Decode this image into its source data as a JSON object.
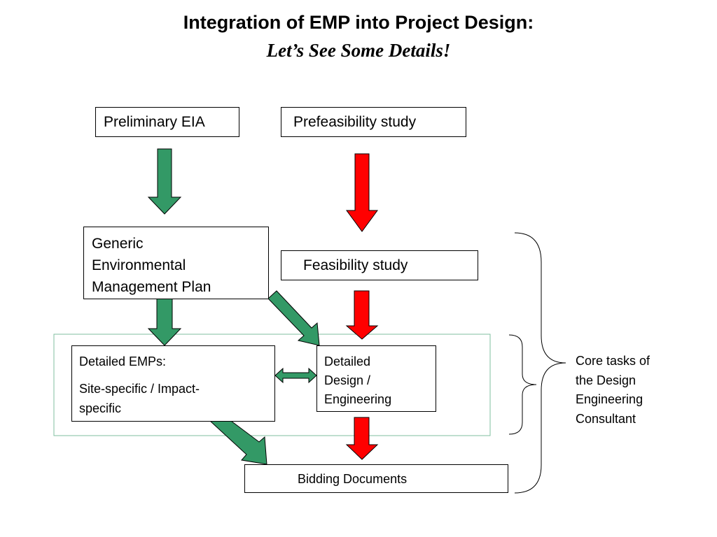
{
  "title": "Integration of EMP into Project Design:",
  "subtitle": "Let’s See Some Details!",
  "boxes": {
    "preliminary_eia": "Preliminary EIA",
    "prefeasibility": "Prefeasibility study",
    "generic_emp": "Generic\nEnvironmental\nManagement Plan",
    "feasibility": "Feasibility study",
    "detailed_emps_line1": "Detailed EMPs:",
    "detailed_emps_line2": "Site-specific / Impact-\nspecific",
    "detailed_design": "Detailed\nDesign /\nEngineering",
    "bidding": "Bidding Documents"
  },
  "brace_label": "Core tasks of\nthe Design\nEngineering\nConsultant",
  "colors": {
    "green_arrow": "#339966",
    "red_arrow": "#ff0000",
    "group_border": "#7fbf9f"
  }
}
